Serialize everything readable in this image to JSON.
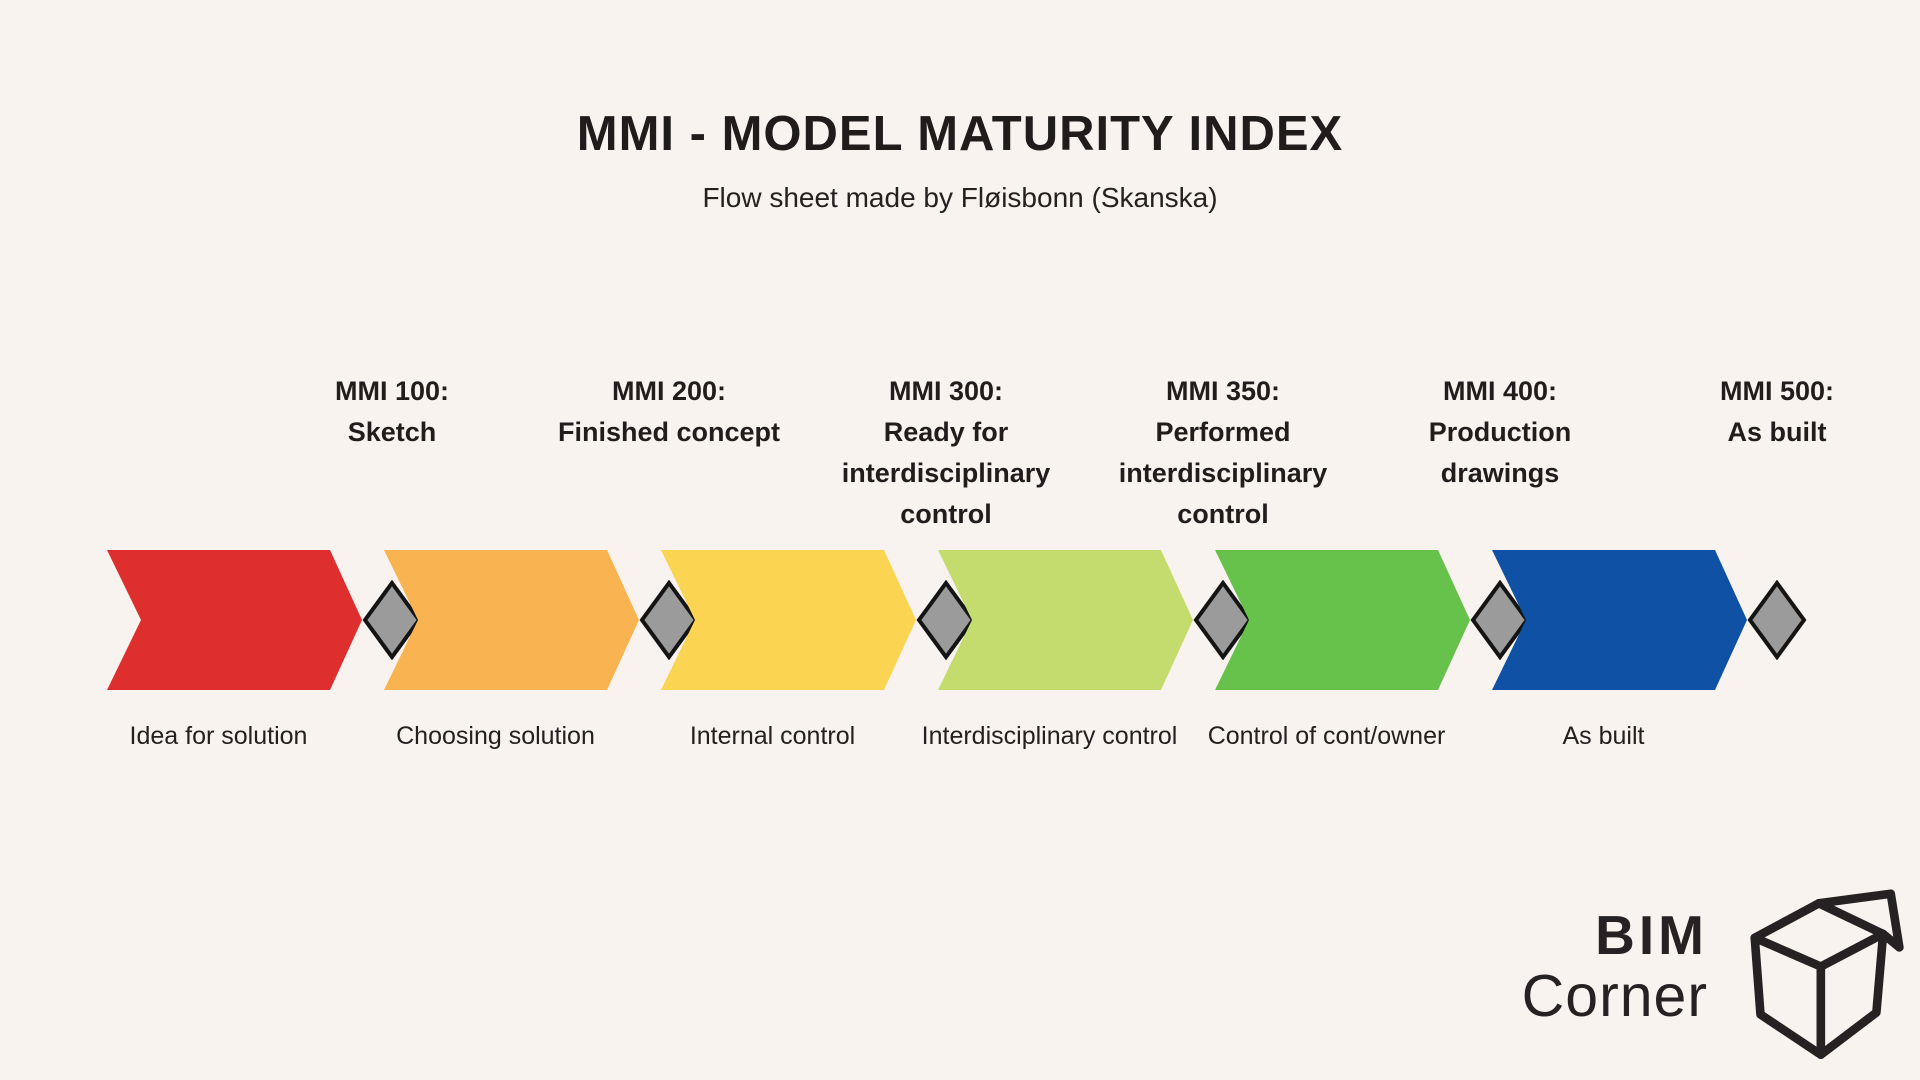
{
  "title": "MMI - MODEL MATURITY INDEX",
  "subtitle": "Flow sheet made by Fløisbonn (Skanska)",
  "colors": {
    "background": "#f9f3ef",
    "text": "#201c1c",
    "diamond_fill": "#9b9b9b",
    "diamond_border": "#141414",
    "logo": "#262223"
  },
  "flow": {
    "milestones": [
      {
        "lines": [
          "MMI 100:",
          "Sketch"
        ]
      },
      {
        "lines": [
          "MMI 200:",
          "Finished concept"
        ]
      },
      {
        "lines": [
          "MMI 300:",
          "Ready for",
          "interdisciplinary",
          "control"
        ]
      },
      {
        "lines": [
          "MMI 350:",
          "Performed",
          "interdisciplinary",
          "control"
        ]
      },
      {
        "lines": [
          "MMI 400:",
          "Production",
          "drawings"
        ]
      },
      {
        "lines": [
          "MMI 500:",
          "As built"
        ]
      }
    ],
    "phases": [
      {
        "label": "Idea for solution",
        "color": "#de2e2e"
      },
      {
        "label": "Choosing solution",
        "color": "#f9b350"
      },
      {
        "label": "Internal control",
        "color": "#fbd452"
      },
      {
        "label": "Interdisciplinary control",
        "color": "#c3dc6d"
      },
      {
        "label": "Control of cont/owner",
        "color": "#67c24c"
      },
      {
        "label": "As built",
        "color": "#0f51a5"
      }
    ],
    "gate_icon": "diamond-icon"
  },
  "logo": {
    "line1": "BIM",
    "line2": "Corner",
    "icon": "open-box-icon"
  }
}
